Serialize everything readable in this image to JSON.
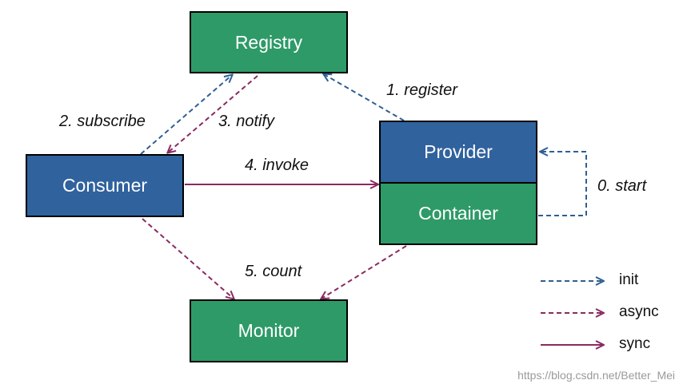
{
  "nodes": {
    "registry": "Registry",
    "provider": "Provider",
    "container": "Container",
    "consumer": "Consumer",
    "monitor": "Monitor"
  },
  "edges": {
    "start": "0. start",
    "register": "1. register",
    "subscribe": "2. subscribe",
    "notify": "3. notify",
    "invoke": "4. invoke",
    "count": "5. count"
  },
  "legend": {
    "init": "init",
    "async": "async",
    "sync": "sync"
  },
  "colors": {
    "box_green": "#2e9a68",
    "box_blue": "#30629e",
    "init_arrow": "#2e5f92",
    "async_arrow": "#8a2a60",
    "sync_arrow": "#8a2a60"
  },
  "watermark": "https://blog.csdn.net/Better_Mei"
}
